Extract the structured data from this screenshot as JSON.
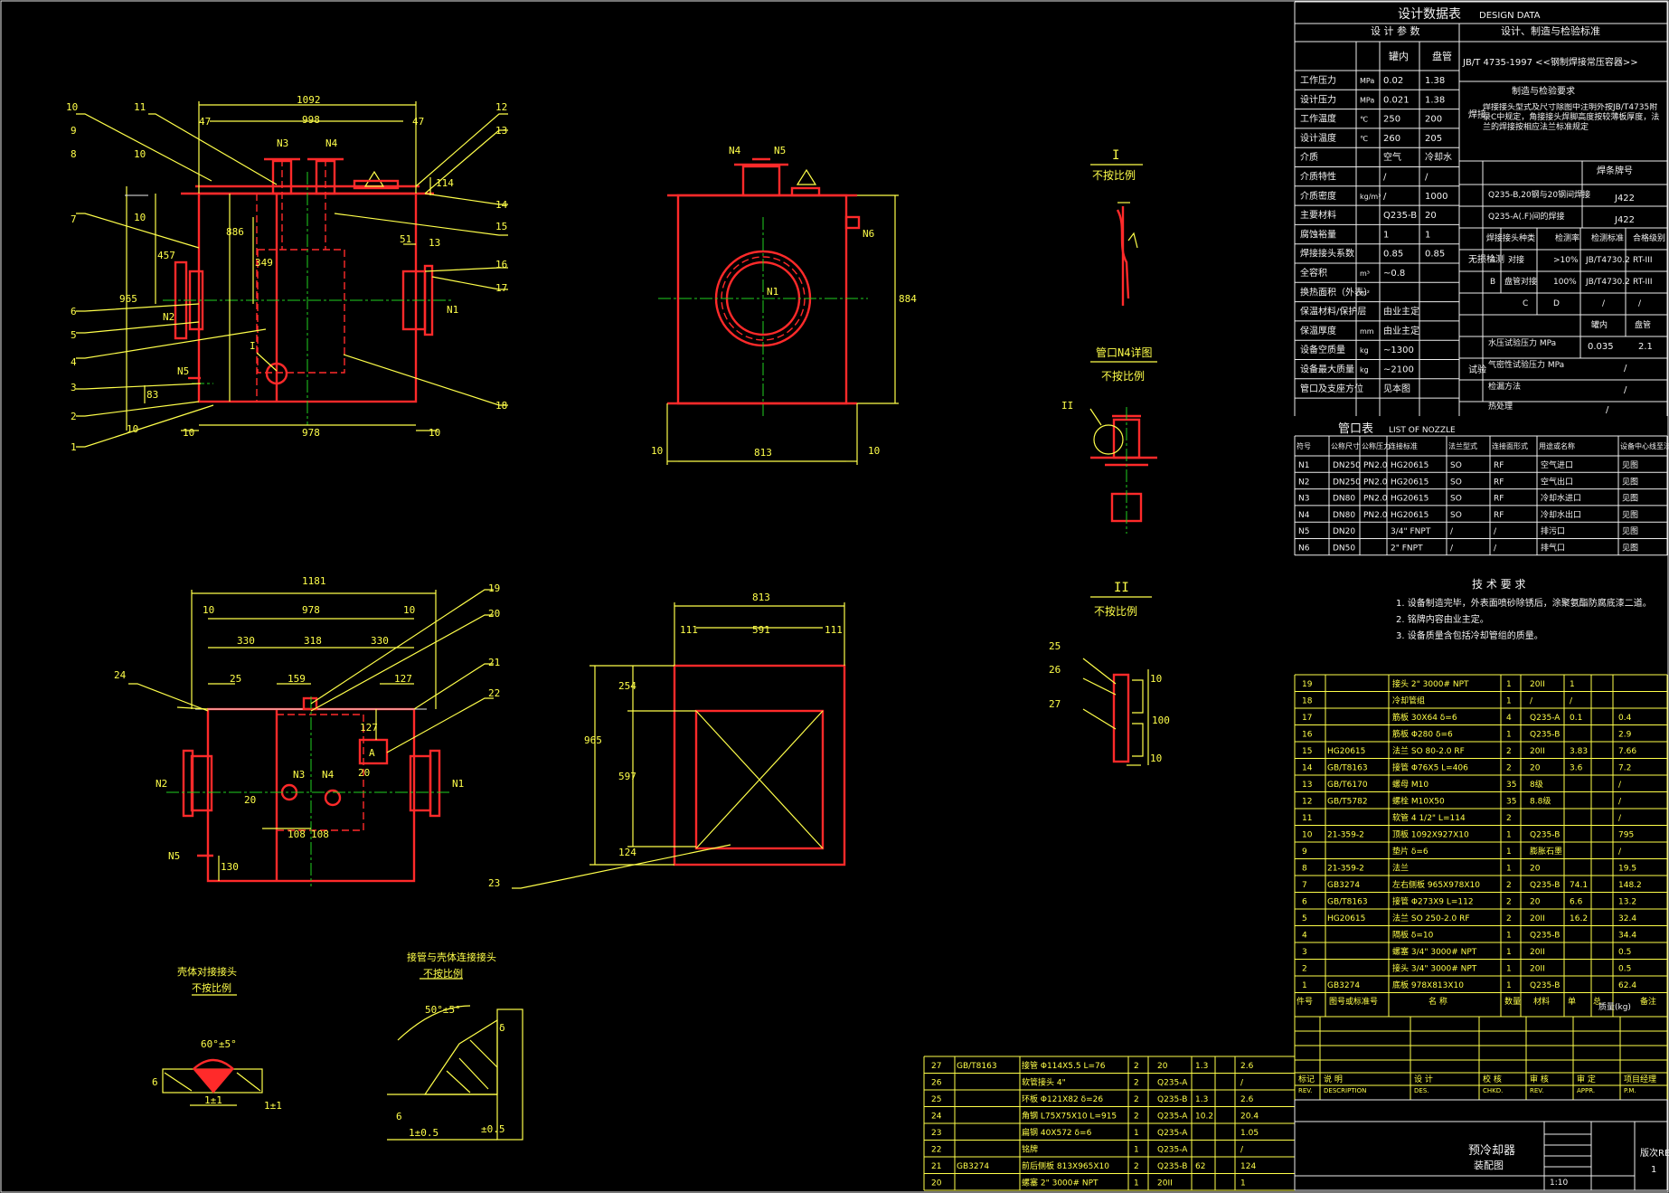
{
  "design_data": {
    "title": "设计数据表",
    "title_en": "DESIGN DATA",
    "col_params": "设 计 参 数",
    "col_spec": "设计、制造与检验标准",
    "head_shell": "罐内",
    "head_tube": "盘管",
    "standard_line": "JB/T 4735-1997 <<钢制焊接常压容器>>",
    "rows": [
      {
        "label": "工作压力",
        "unit": "MPa",
        "shell": "0.02",
        "tube": "1.38"
      },
      {
        "label": "设计压力",
        "unit": "MPa",
        "shell": "0.021",
        "tube": "1.38"
      },
      {
        "label": "工作温度",
        "unit": "℃",
        "shell": "250",
        "tube": "200"
      },
      {
        "label": "设计温度",
        "unit": "℃",
        "shell": "260",
        "tube": "205"
      },
      {
        "label": "介质",
        "unit": "",
        "shell": "空气",
        "tube": "冷却水"
      },
      {
        "label": "介质特性",
        "unit": "",
        "shell": "/",
        "tube": "/"
      },
      {
        "label": "介质密度",
        "unit": "kg/m³",
        "shell": "/",
        "tube": "1000"
      },
      {
        "label": "主要材料",
        "unit": "",
        "shell": "Q235-B",
        "tube": "20"
      },
      {
        "label": "腐蚀裕量",
        "unit": "",
        "shell": "1",
        "tube": "1"
      },
      {
        "label": "焊接接头系数",
        "unit": "",
        "shell": "0.85",
        "tube": "0.85"
      },
      {
        "label": "全容积",
        "unit": "m³",
        "shell": "~0.8",
        "tube": ""
      },
      {
        "label": "换热面积（外表）",
        "unit": "m²",
        "shell": "",
        "tube": ""
      },
      {
        "label": "保温材料/保护层",
        "unit": "",
        "shell": "由业主定",
        "tube": ""
      },
      {
        "label": "保温厚度",
        "unit": "mm",
        "shell": "由业主定",
        "tube": ""
      },
      {
        "label": "设备空质量",
        "unit": "kg",
        "shell": "~1300",
        "tube": ""
      },
      {
        "label": "设备最大质量",
        "unit": "kg",
        "shell": "~2100",
        "tube": ""
      },
      {
        "label": "管口及支座方位",
        "unit": "",
        "shell": "见本图",
        "tube": ""
      }
    ],
    "right": {
      "fab_title": "制造与检验要求",
      "weld_label": "焊接",
      "weld_text": "焊接接头型式及尺寸除图中注明外按JB/T4735附录C中规定，角接接头焊脚高度按较薄板厚度，法兰的焊接按相应法兰标准规定",
      "weld_head": "焊条牌号",
      "weld_r1": "Q235-B,20钢与20钢间焊接",
      "weld_r1v": "J422",
      "weld_r2": "Q235-A(.F)间的焊接",
      "weld_r2v": "J422",
      "ndt_label": "无损检测",
      "ndt_h1": "焊接接头种类",
      "ndt_h2": "检测率",
      "ndt_h3": "检测标准",
      "ndt_h4": "合格级别",
      "ndt_r1": [
        "A",
        "对接",
        ">10%",
        "JB/T4730.2",
        "RT-III"
      ],
      "ndt_r2": [
        "B",
        "盘管对接",
        "100%",
        "JB/T4730.2",
        "RT-III"
      ],
      "ndt_r3": [
        "C",
        "D",
        "/",
        "/"
      ],
      "test_label": "试验",
      "test_head": [
        "罐内",
        "盘管"
      ],
      "test_r1": [
        "水压试验压力 MPa",
        "0.035",
        "2.1"
      ],
      "test_r2": [
        "气密性试验压力 MPa",
        "/"
      ],
      "test_r3": [
        "检漏方法",
        "/"
      ],
      "test_r4": [
        "热处理",
        "/"
      ]
    }
  },
  "nozzle_table": {
    "title": "管口表",
    "title_en": "LIST OF NOZZLE",
    "headers": [
      "符号",
      "公称尺寸",
      "公称压力",
      "连接标准",
      "法兰型式",
      "连接面形式",
      "用途或名称",
      "设备中心线至法兰"
    ],
    "rows": [
      [
        "N1",
        "DN250",
        "PN2.0",
        "HG20615",
        "SO",
        "RF",
        "空气进口",
        "见图"
      ],
      [
        "N2",
        "DN250",
        "PN2.0",
        "HG20615",
        "SO",
        "RF",
        "空气出口",
        "见图"
      ],
      [
        "N3",
        "DN80",
        "PN2.0",
        "HG20615",
        "SO",
        "RF",
        "冷却水进口",
        "见图"
      ],
      [
        "N4",
        "DN80",
        "PN2.0",
        "HG20615",
        "SO",
        "RF",
        "冷却水出口",
        "见图"
      ],
      [
        "N5",
        "DN20",
        "",
        "3/4\" FNPT",
        "/",
        "/",
        "排污口",
        "见图"
      ],
      [
        "N6",
        "DN50",
        "",
        "2\" FNPT",
        "/",
        "/",
        "排气口",
        "见图"
      ]
    ]
  },
  "tech_req": {
    "title": "技 术 要 求",
    "items": [
      "1. 设备制造完毕，外表面喷砂除锈后，涂聚氨酯防腐底漆二道。",
      "2. 铭牌内容由业主定。",
      "3. 设备质量含包括冷却管组的质量。"
    ]
  },
  "bom": {
    "rows": [
      [
        "19",
        "",
        "接头 2\" 3000# NPT",
        "1",
        "20II",
        "1",
        ""
      ],
      [
        "18",
        "",
        "冷却管组",
        "1",
        "/",
        "/",
        ""
      ],
      [
        "17",
        "",
        "筋板 30X64 δ=6",
        "4",
        "Q235-A",
        "0.1",
        "0.4"
      ],
      [
        "16",
        "",
        "筋板 Φ280 δ=6",
        "1",
        "Q235-B",
        "",
        "2.9"
      ],
      [
        "15",
        "HG20615",
        "法兰 SO 80-2.0 RF",
        "2",
        "20II",
        "3.83",
        "7.66"
      ],
      [
        "14",
        "GB/T8163",
        "接管 Φ76X5 L=406",
        "2",
        "20",
        "3.6",
        "7.2"
      ],
      [
        "13",
        "GB/T6170",
        "螺母 M10",
        "35",
        "8级",
        "",
        "/"
      ],
      [
        "12",
        "GB/T5782",
        "螺栓 M10X50",
        "35",
        "8.8级",
        "",
        "/"
      ],
      [
        "11",
        "",
        "软管 4 1/2\" L=114",
        "2",
        "",
        "",
        "/"
      ],
      [
        "10",
        "21-359-2",
        "顶板 1092X927X10",
        "1",
        "Q235-B",
        "",
        "795"
      ],
      [
        "9",
        "",
        "垫片 δ=6",
        "1",
        "膨胀石墨",
        "",
        "/"
      ],
      [
        "8",
        "21-359-2",
        "法兰",
        "1",
        "20",
        "",
        "19.5"
      ],
      [
        "7",
        "GB3274",
        "左右侧板 965X978X10",
        "2",
        "Q235-B",
        "74.1",
        "148.2"
      ],
      [
        "6",
        "GB/T8163",
        "接管 Φ273X9 L=112",
        "2",
        "20",
        "6.6",
        "13.2"
      ],
      [
        "5",
        "HG20615",
        "法兰 SO 250-2.0 RF",
        "2",
        "20II",
        "16.2",
        "32.4"
      ],
      [
        "4",
        "",
        "隔板 δ=10",
        "1",
        "Q235-B",
        "",
        "34.4"
      ],
      [
        "3",
        "",
        "螺塞 3/4\" 3000# NPT",
        "1",
        "20II",
        "",
        "0.5"
      ],
      [
        "2",
        "",
        "接头 3/4\" 3000# NPT",
        "1",
        "20II",
        "",
        "0.5"
      ],
      [
        "1",
        "GB3274",
        "底板 978X813X10",
        "1",
        "Q235-B",
        "",
        "62.4"
      ]
    ],
    "header": [
      "件号",
      "图号或标准号",
      "名  称",
      "数量",
      "材料",
      "单",
      "总",
      "备注"
    ],
    "weight_label": "质量(kg)"
  },
  "bom2": {
    "rows": [
      [
        "27",
        "GB/T8163",
        "接管 Φ114X5.5 L=76",
        "2",
        "20",
        "1.3",
        "2.6"
      ],
      [
        "26",
        "",
        "软管接头 4\"",
        "2",
        "Q235-A",
        "",
        "/"
      ],
      [
        "25",
        "",
        "环板 Φ121X82 δ=26",
        "2",
        "Q235-B",
        "1.3",
        "2.6"
      ],
      [
        "24",
        "",
        "角钢 L75X75X10 L=915",
        "2",
        "Q235-A",
        "10.2",
        "20.4"
      ],
      [
        "23",
        "",
        "扁钢 40X572 δ=6",
        "1",
        "Q235-A",
        "",
        "1.05"
      ],
      [
        "22",
        "",
        "铭牌",
        "1",
        "Q235-A",
        "",
        "/"
      ],
      [
        "21",
        "GB3274",
        "前后侧板 813X965X10",
        "2",
        "Q235-B",
        "62",
        "124"
      ],
      [
        "20",
        "",
        "螺塞 2\" 3000# NPT",
        "1",
        "20II",
        "",
        "1"
      ]
    ]
  },
  "revision": {
    "cols": [
      "标记",
      "说  明",
      "设  计",
      "校  核",
      "审  核",
      "审  定",
      "项目经理"
    ],
    "cols_en": [
      "REV.",
      "DESCRIPTION",
      "DES.",
      "CHKD.",
      "REV.",
      "APPR.",
      "P.M."
    ]
  },
  "title_block": {
    "name": "预冷却器",
    "sub": "装配图",
    "scale": "1:10",
    "rev_label": "版次REV.",
    "rev_value": "1"
  },
  "views": {
    "front": {
      "dims": [
        "1092",
        "998",
        "47",
        "47",
        "10",
        "10",
        "886",
        "457",
        "349",
        "965",
        "83",
        "10",
        "10",
        "978",
        "10",
        "114",
        "51",
        "13"
      ],
      "nozzles": [
        "N3",
        "N4",
        "N2",
        "N1",
        "N5"
      ],
      "items": [
        "10",
        "9",
        "8",
        "7",
        "6",
        "5",
        "4",
        "3",
        "2",
        "1",
        "11",
        "12",
        "13",
        "14",
        "15",
        "16",
        "17",
        "18",
        "I"
      ]
    },
    "side": {
      "dims": [
        "884",
        "10",
        "813",
        "10"
      ],
      "nozzles": [
        "N4",
        "N5",
        "N6",
        "N1"
      ]
    },
    "plan": {
      "dims": [
        "1181",
        "10",
        "978",
        "10",
        "330",
        "318",
        "330",
        "25",
        "159",
        "127",
        "127",
        "20",
        "20",
        "108",
        "108",
        "130"
      ],
      "nozzles": [
        "N2",
        "N3",
        "N4",
        "N1",
        "N5",
        "A"
      ],
      "items": [
        "19",
        "20",
        "21",
        "22",
        "24"
      ]
    },
    "bottom": {
      "dims": [
        "813",
        "111",
        "591",
        "111",
        "254",
        "965",
        "597",
        "124"
      ],
      "items": [
        "23"
      ]
    },
    "detail_I": {
      "title": "I",
      "scale": "不按比例"
    },
    "detail_N4": {
      "title": "管口N4详图",
      "scale": "不按比例",
      "label": "II"
    },
    "detail_II": {
      "title": "II",
      "scale": "不按比例",
      "items": [
        "25",
        "26",
        "27"
      ],
      "dims": [
        "10",
        "100",
        "10"
      ]
    },
    "weld_1": {
      "title": "壳体对接接头",
      "scale": "不按比例",
      "angle": "60°±5°",
      "d1": "1±1",
      "d2": "6",
      "d3": "1±1"
    },
    "weld_2": {
      "title": "接管与壳体连接接头",
      "scale": "不按比例",
      "angle": "50°±5°",
      "d1": "δ",
      "d2": "6",
      "d3": "1±0.5",
      "d4": "±0.5"
    }
  }
}
